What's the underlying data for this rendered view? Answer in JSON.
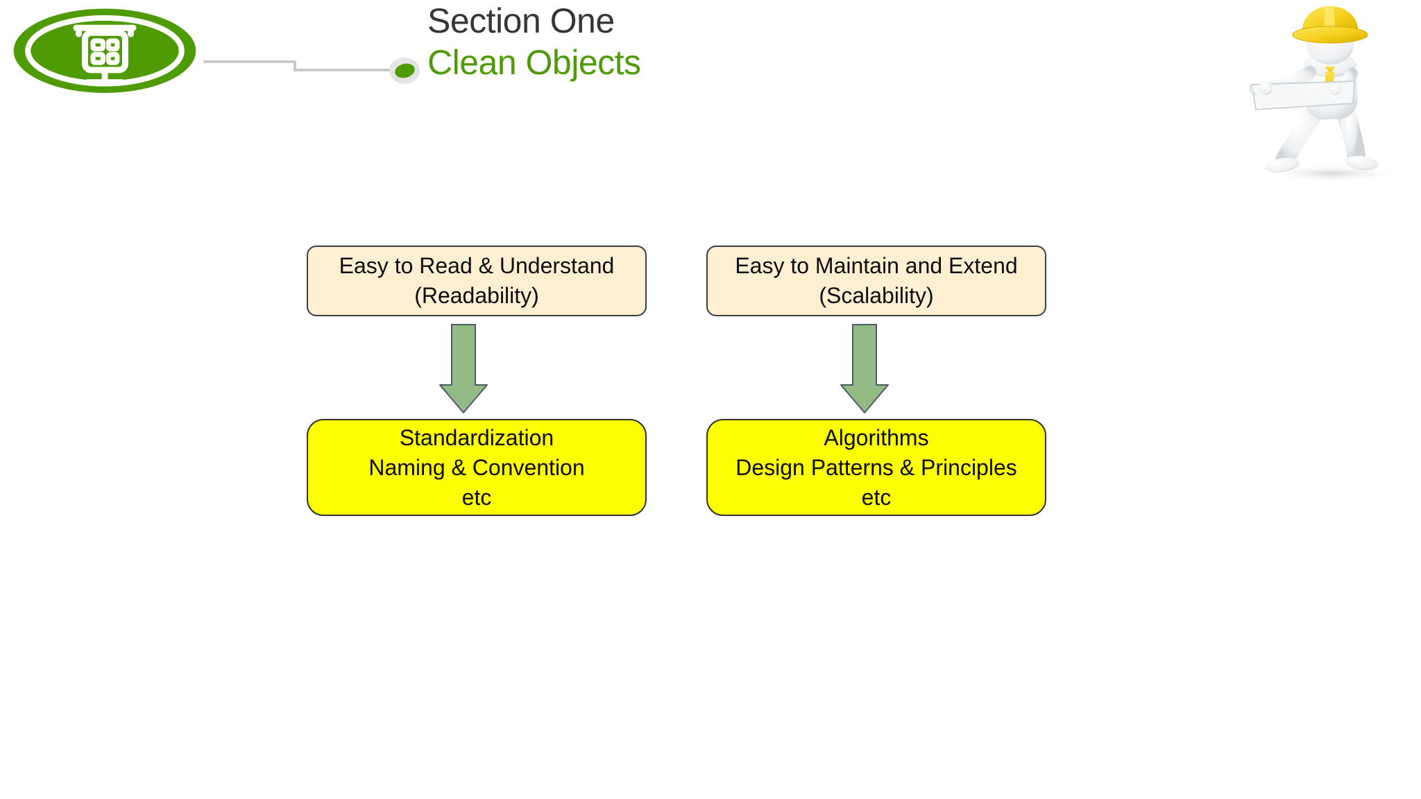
{
  "header": {
    "section_label": "Section One",
    "topic_label": "Clean Objects"
  },
  "flowchart": {
    "columns": [
      {
        "cause": {
          "lines": [
            "Easy to Read & Understand",
            "(Readability)"
          ]
        },
        "effect": {
          "lines": [
            "Standardization",
            "Naming & Convention",
            "etc"
          ]
        }
      },
      {
        "cause": {
          "lines": [
            "Easy to Maintain and Extend",
            "(Scalability)"
          ]
        },
        "effect": {
          "lines": [
            "Algorithms",
            "Design Patterns & Principles",
            "etc"
          ]
        }
      }
    ]
  },
  "icons": {
    "logo": "presentation-board-icon",
    "bullet": "green-dot-bullet",
    "mascot": "engineer-figure-with-hard-hat"
  },
  "colors": {
    "slide_bg": "#ffffff",
    "brand_green": "#4e9b06",
    "title_dark": "#363636",
    "connector_gray": "#c9c9c9",
    "cause_fill": "#fcefd2",
    "effect_fill": "#fdfe04",
    "arrow_fill": "#94bb86",
    "arrow_stroke": "#4c5b66",
    "hat_yellow": "#f4ce1a"
  }
}
